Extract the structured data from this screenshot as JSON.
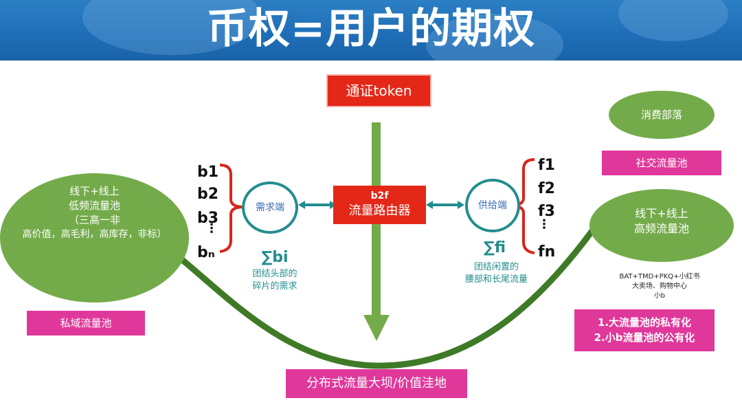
{
  "title": "币权=用户的期权",
  "token_box": "通证token",
  "router": {
    "line1": "b2f",
    "line2": "流量路由器"
  },
  "demand": {
    "circle": "需求端",
    "items": [
      "b1",
      "b2",
      "b3",
      "⋮",
      "bₙ"
    ],
    "sum": "∑bi",
    "desc_line1": "团结头部的",
    "desc_line2": "碎片的需求"
  },
  "supply": {
    "circle": "供给端",
    "items": [
      "f1",
      "f2",
      "f3",
      "⋮",
      "fn"
    ],
    "sum": "∑fi",
    "desc_line1": "团结闲置的",
    "desc_line2": "腰部和长尾流量"
  },
  "left_pool": {
    "line1": "线下+线上",
    "line2": "低频流量池",
    "line3": "（三高一非",
    "line4": "高价值，高毛利，高库存，非标）",
    "label": "私域流量池"
  },
  "right_pool": {
    "line1": "线下+线上",
    "line2": "高频流量池",
    "note_line1": "BAT+TMD+PKQ+小红书",
    "note_line2": "大卖场、购物中心",
    "note_line3": "小b"
  },
  "consumer_tribe": "消费部落",
  "social_pool": "社交流量池",
  "conclusions": [
    "1.大流量池的私有化",
    "2.小b流量池的公有化"
  ],
  "bottom_label": "分布式流量大坝/价值洼地",
  "colors": {
    "banner": "#1f6fb8",
    "green": "#74ab4a",
    "dark_green": "#3f7a27",
    "pink": "#e0389a",
    "red": "#e42818",
    "teal": "#238d8e",
    "bracket_red": "#d9241b"
  }
}
